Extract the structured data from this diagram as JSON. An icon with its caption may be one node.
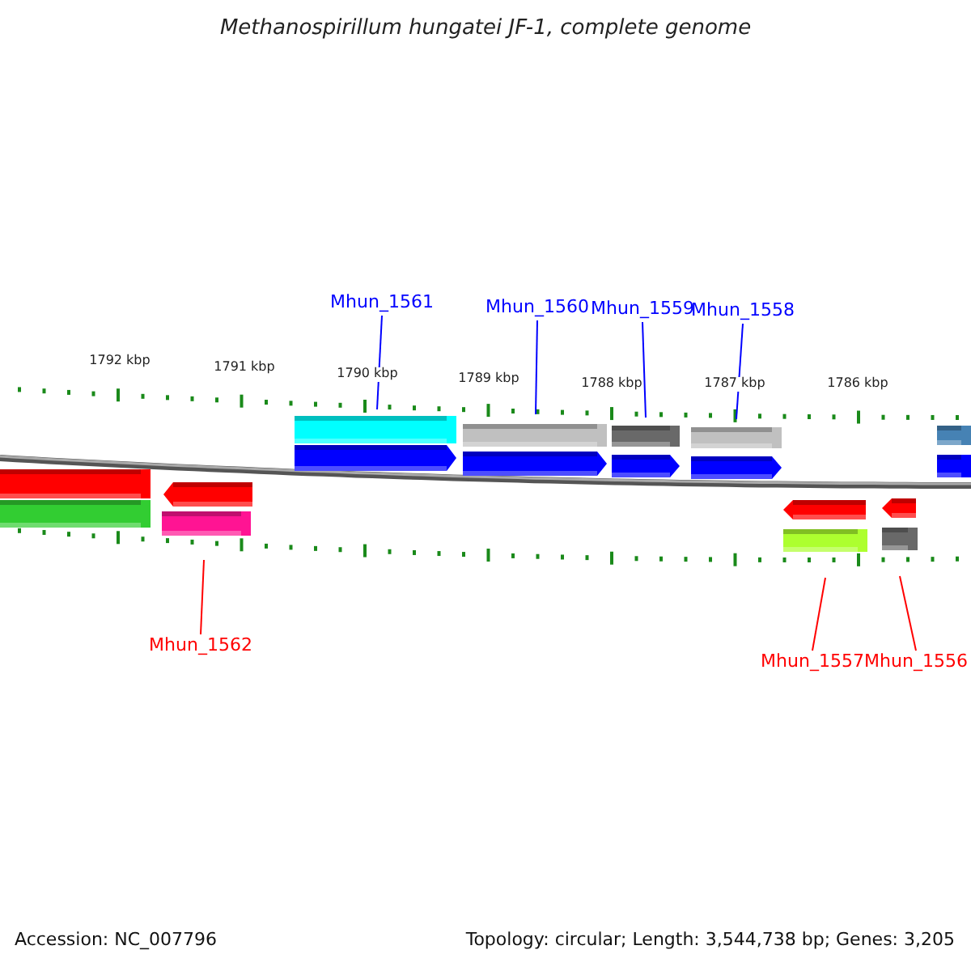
{
  "diagram": {
    "title": "Methanospirillum hungatei JF-1, complete genome",
    "nodes": [
      {
        "text": [
          "Mhun_1561"
        ]
      },
      {
        "text": [
          "Mhun_1560"
        ]
      },
      {
        "text": [
          "Mhun_1559"
        ]
      },
      {
        "text": [
          "Mhun_1558"
        ]
      },
      {
        "text": [
          "Mhun_1562"
        ]
      },
      {
        "text": [
          "Mhun_1557"
        ]
      },
      {
        "text": [
          "Mhun_1556"
        ]
      }
    ],
    "edges": [
      {
        "from": 0,
        "to": null,
        "arrow": "none",
        "color": "#0000ff"
      },
      {
        "from": 1,
        "to": null,
        "arrow": "none",
        "color": "#0000ff"
      },
      {
        "from": 2,
        "to": null,
        "arrow": "none",
        "color": "#0000ff"
      },
      {
        "from": 3,
        "to": null,
        "arrow": "none",
        "color": "#0000ff"
      },
      {
        "from": 4,
        "to": null,
        "arrow": "none",
        "color": "#ff0000"
      },
      {
        "from": 5,
        "to": null,
        "arrow": "none",
        "color": "#ff0000"
      },
      {
        "from": 6,
        "to": null,
        "arrow": "none",
        "color": "#ff0000"
      }
    ],
    "labels": [
      "1792 kbp",
      "1791 kbp",
      "1790 kbp",
      "1789 kbp",
      "1788 kbp",
      "1787 kbp",
      "1786 kbp",
      "Accession: NC_007796",
      "Topology: circular; Length: 3,544,738 bp; Genes: 3,205"
    ]
  }
}
